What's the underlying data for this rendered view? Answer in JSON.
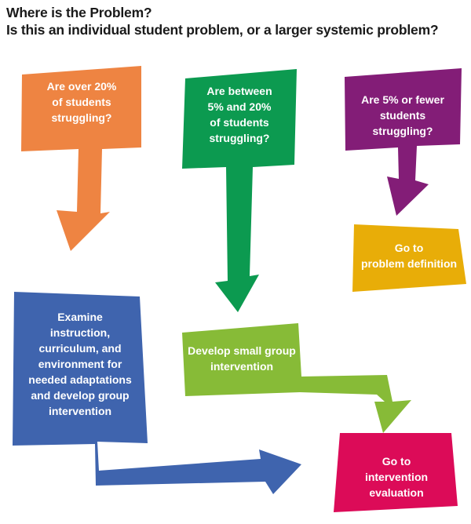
{
  "header": {
    "line1": "Where is the Problem?",
    "line2": "Is this an individual student problem, or a larger systemic problem?"
  },
  "colors": {
    "orange": "#ee8442",
    "green": "#0c9a50",
    "purple": "#831d77",
    "gold": "#e8ad08",
    "blue": "#3f64ae",
    "lime": "#87bb37",
    "crimson": "#dc0b58"
  },
  "nodes": {
    "over20": {
      "text": "Are over 20%\nof students\nstruggling?"
    },
    "between": {
      "text": "Are between\n5% and 20%\nof students\nstruggling?"
    },
    "under5": {
      "text": "Are 5% or fewer\nstudents\nstruggling?"
    },
    "problem_def": {
      "text": "Go to\nproblem definition"
    },
    "examine": {
      "text": "Examine\ninstruction,\ncurriculum, and\nenvironment for\nneeded adaptations\nand develop group\nintervention"
    },
    "small_group": {
      "text": "Develop small group\nintervention"
    },
    "evaluation": {
      "text": "Go to\nintervention\nevaluation"
    }
  }
}
